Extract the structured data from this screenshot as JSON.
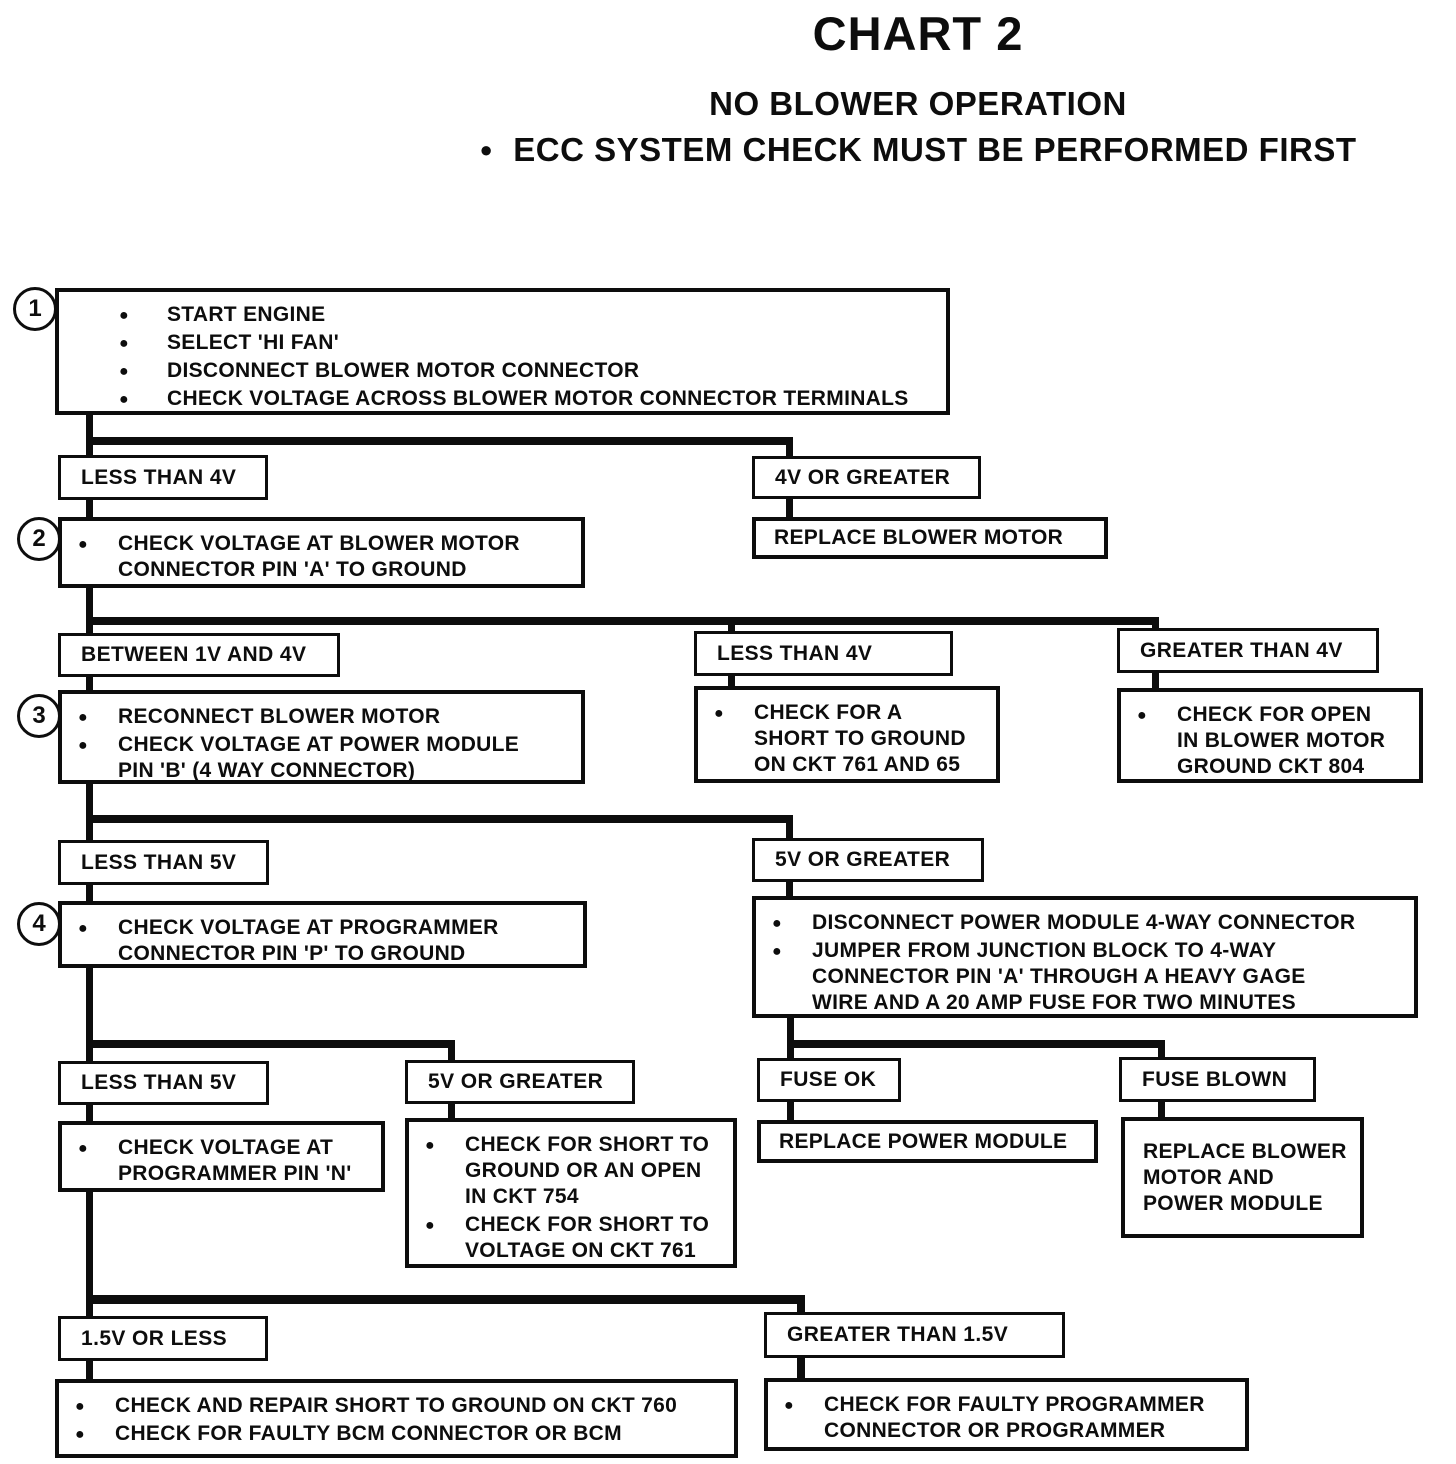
{
  "header": {
    "title": "CHART 2",
    "subtitle": "NO BLOWER OPERATION",
    "note": "ECC SYSTEM CHECK MUST BE PERFORMED FIRST"
  },
  "nodes": {
    "step1": {
      "num": "1",
      "items": [
        "START ENGINE",
        "SELECT 'HI FAN'",
        "DISCONNECT BLOWER MOTOR CONNECTOR",
        "CHECK VOLTAGE ACROSS BLOWER MOTOR CONNECTOR TERMINALS"
      ]
    },
    "less_than_4v": {
      "label": "LESS THAN 4V"
    },
    "four_v_or_greater": {
      "label": "4V OR GREATER"
    },
    "replace_blower_motor": {
      "label": "REPLACE BLOWER MOTOR"
    },
    "step2": {
      "num": "2",
      "items": [
        "CHECK VOLTAGE AT BLOWER MOTOR\nCONNECTOR PIN 'A' TO GROUND"
      ]
    },
    "between_1v_and_4v": {
      "label": "BETWEEN 1V AND 4V"
    },
    "less_than_4v_mid": {
      "label": "LESS THAN 4V"
    },
    "greater_than_4v": {
      "label": "GREATER THAN 4V"
    },
    "step3": {
      "num": "3",
      "items": [
        "RECONNECT BLOWER MOTOR",
        "CHECK VOLTAGE AT POWER MODULE\nPIN 'B' (4 WAY CONNECTOR)"
      ]
    },
    "short_ckt_761": {
      "items": [
        "CHECK FOR A\nSHORT TO GROUND\nON CKT 761 AND 65"
      ]
    },
    "open_ckt_804": {
      "items": [
        "CHECK FOR OPEN\nIN BLOWER MOTOR\nGROUND CKT 804"
      ]
    },
    "less_than_5v": {
      "label": "LESS THAN 5V"
    },
    "five_v_or_greater": {
      "label": "5V OR GREATER"
    },
    "step4": {
      "num": "4",
      "items": [
        "CHECK VOLTAGE AT PROGRAMMER\nCONNECTOR PIN 'P' TO GROUND"
      ]
    },
    "jumper": {
      "items": [
        "DISCONNECT POWER MODULE 4-WAY CONNECTOR",
        "JUMPER FROM JUNCTION BLOCK TO 4-WAY\nCONNECTOR PIN 'A' THROUGH A HEAVY GAGE\nWIRE AND A 20 AMP FUSE FOR TWO MINUTES"
      ]
    },
    "less_than_5v_2": {
      "label": "LESS THAN 5V"
    },
    "five_v_or_greater_2": {
      "label": "5V OR GREATER"
    },
    "fuse_ok": {
      "label": "FUSE OK"
    },
    "fuse_blown": {
      "label": "FUSE BLOWN"
    },
    "pin_n": {
      "items": [
        "CHECK VOLTAGE AT\nPROGRAMMER PIN 'N'"
      ]
    },
    "ckt_754": {
      "items": [
        "CHECK FOR SHORT TO\nGROUND OR AN OPEN\nIN CKT 754",
        "CHECK FOR SHORT TO\nVOLTAGE ON CKT 761"
      ]
    },
    "replace_power_module": {
      "label": "REPLACE POWER MODULE"
    },
    "replace_blower_and_power": {
      "label": "REPLACE BLOWER\nMOTOR AND\nPOWER MODULE"
    },
    "one_five_v_or_less": {
      "label": "1.5V OR LESS"
    },
    "greater_than_1_5v": {
      "label": "GREATER THAN 1.5V"
    },
    "bcm": {
      "items": [
        "CHECK AND REPAIR SHORT TO GROUND ON CKT 760",
        "CHECK FOR FAULTY BCM CONNECTOR OR BCM"
      ]
    },
    "programmer": {
      "items": [
        "CHECK FOR FAULTY PROGRAMMER\nCONNECTOR OR PROGRAMMER"
      ]
    }
  }
}
